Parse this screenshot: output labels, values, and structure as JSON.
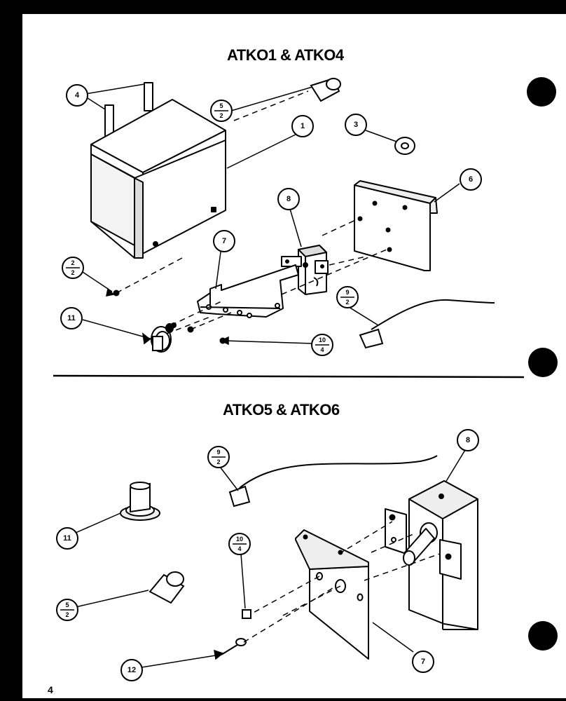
{
  "top_title": "ATKO1 & ATKO4",
  "bottom_title": "ATKO5 & ATKO6",
  "page_number": "4",
  "callouts_top": {
    "c4": "4",
    "c1": "1",
    "c3": "3",
    "c8": "8",
    "c6": "6",
    "c7": "7",
    "c11": "11"
  },
  "fractions_top": {
    "f5_2": {
      "num": "5",
      "den": "2"
    },
    "f2_2": {
      "num": "2",
      "den": "2"
    },
    "f9_2": {
      "num": "9",
      "den": "2"
    },
    "f10_4": {
      "num": "10",
      "den": "4"
    }
  },
  "callouts_bottom": {
    "c8": "8",
    "c11": "11",
    "c7": "7",
    "c12": "12"
  },
  "fractions_bottom": {
    "f9_2": {
      "num": "9",
      "den": "2"
    },
    "f10_4": {
      "num": "10",
      "den": "4"
    },
    "f5_2": {
      "num": "5",
      "den": "2"
    }
  }
}
